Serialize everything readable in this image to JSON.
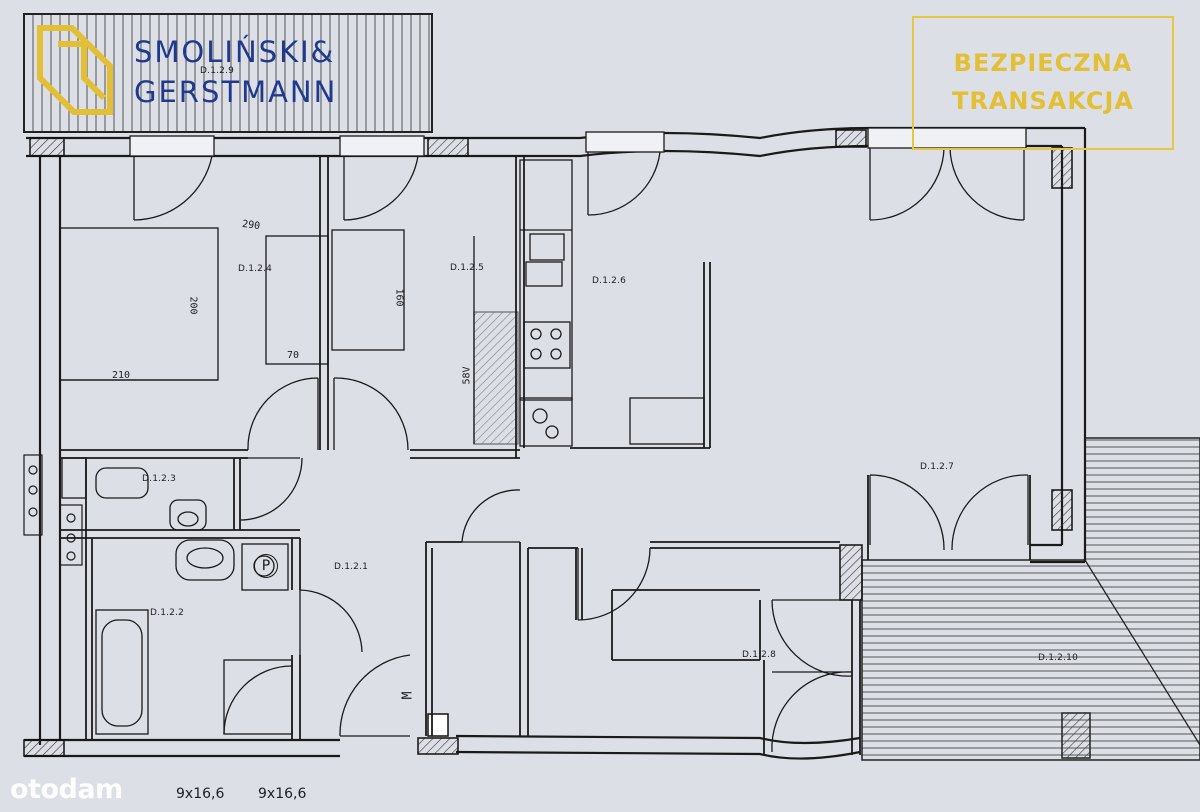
{
  "logo": {
    "line1": "SMOLIŃSKI&",
    "line2": "GERSTMANN",
    "color": "#1f3a8c"
  },
  "badge": {
    "line1": "BEZPIECZNA",
    "line2": "TRANSAKCJA",
    "color": "#e3bf36"
  },
  "watermark": {
    "text": "otodam"
  },
  "rooms": {
    "r129": "D.1.2.9",
    "r124": "D.1.2.4",
    "r125": "D.1.2.5",
    "r126": "D.1.2.6",
    "r123": "D.1.2.3",
    "r127": "D.1.2.7",
    "r121": "D.1.2.1",
    "r122": "D.1.2.2",
    "r128": "D.1.2.8",
    "r1210": "D.1.2.10"
  },
  "dims": {
    "d290": "290",
    "d200": "200",
    "d160": "160",
    "d70": "70",
    "d210": "210",
    "d58": "58V",
    "dM": "M"
  },
  "footer": {
    "left": "9x16,6",
    "right": "9x16,6"
  },
  "icons": {
    "parking": "P"
  }
}
